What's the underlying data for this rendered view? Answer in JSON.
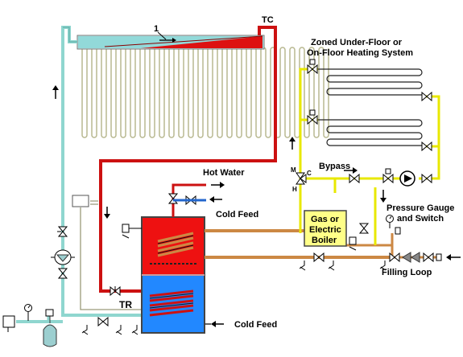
{
  "labels": {
    "marker_1": "1",
    "tc": "TC",
    "tr": "TR",
    "heating_title_1": "Zoned Under-Floor or",
    "heating_title_2": "On-Floor Heating System",
    "bypass": "Bypass",
    "hot_water": "Hot Water",
    "cold_feed_top": "Cold Feed",
    "cold_feed_bottom": "Cold Feed",
    "boiler_1": "Gas or",
    "boiler_2": "Electric",
    "boiler_3": "Boiler",
    "pressure_1": "Pressure Gauge",
    "pressure_2": "and Switch",
    "filling_loop": "Filling Loop",
    "valve_m": "M",
    "valve_c": "C",
    "valve_h": "H"
  },
  "colors": {
    "hot_pipe": "#cc1111",
    "cold_pipe": "#8fd6cf",
    "boiler_pipe": "#cc8844",
    "heating_pipe": "#e8e800",
    "tank_hot": "#ee1111",
    "tank_cold": "#2288ff",
    "boiler_box": "#ffff88",
    "collector_water": "#66cccc"
  },
  "icons": [
    "valve-icon",
    "pump-icon",
    "filter-icon",
    "pressure-gauge-icon",
    "flow-arrow-icon",
    "drain-icon",
    "expansion-vessel-icon"
  ]
}
